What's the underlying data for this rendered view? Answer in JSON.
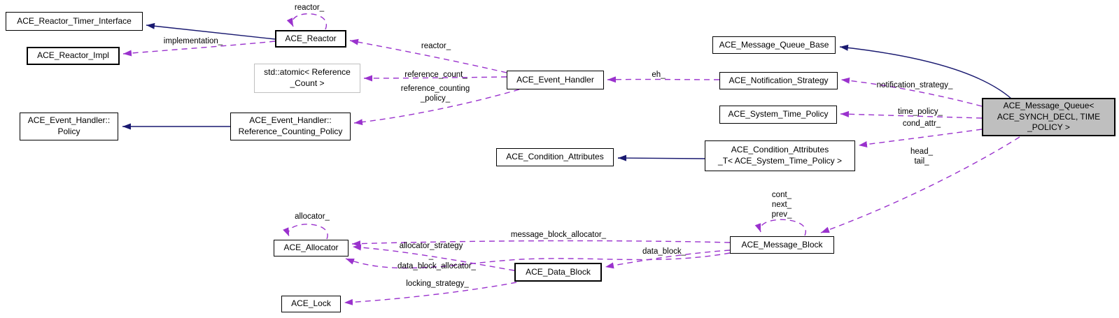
{
  "diagram_type": "class-collaboration-graph",
  "colors": {
    "background": "#ffffff",
    "inheritance_edge": "#191970",
    "usage_edge": "#9a32cd",
    "node_fill": "#ffffff",
    "node_border": "#000000",
    "template_node_border": "#bfbfbf",
    "highlight_node_fill": "#bfbfbf",
    "text": "#000000"
  },
  "nodes": [
    {
      "id": "ace-reactor-timer-interface",
      "label": "ACE_Reactor_Timer_Interface"
    },
    {
      "id": "ace-reactor-impl",
      "label": "ACE_Reactor_Impl"
    },
    {
      "id": "ace-reactor",
      "label": "ACE_Reactor"
    },
    {
      "id": "std-atomic-reference-count",
      "label": "std::atomic< Reference\n_Count >"
    },
    {
      "id": "ace-event-handler",
      "label": "ACE_Event_Handler"
    },
    {
      "id": "ace-event-handler-policy",
      "label": "ACE_Event_Handler::\nPolicy"
    },
    {
      "id": "ace-event-handler-reference-counting-policy",
      "label": "ACE_Event_Handler::\nReference_Counting_Policy"
    },
    {
      "id": "ace-condition-attributes",
      "label": "ACE_Condition_Attributes"
    },
    {
      "id": "ace-condition-attributes-t",
      "label": "ACE_Condition_Attributes\n_T< ACE_System_Time_Policy >"
    },
    {
      "id": "ace-message-queue-base",
      "label": "ACE_Message_Queue_Base"
    },
    {
      "id": "ace-notification-strategy",
      "label": "ACE_Notification_Strategy"
    },
    {
      "id": "ace-system-time-policy",
      "label": "ACE_System_Time_Policy"
    },
    {
      "id": "ace-message-queue",
      "label": "ACE_Message_Queue<\nACE_SYNCH_DECL, TIME\n_POLICY >"
    },
    {
      "id": "ace-message-block",
      "label": "ACE_Message_Block"
    },
    {
      "id": "ace-allocator",
      "label": "ACE_Allocator"
    },
    {
      "id": "ace-data-block",
      "label": "ACE_Data_Block"
    },
    {
      "id": "ace-lock",
      "label": "ACE_Lock"
    }
  ],
  "edge_labels": [
    {
      "text": "reactor_"
    },
    {
      "text": "implementation_"
    },
    {
      "text": "reactor_"
    },
    {
      "text": "reference_count_"
    },
    {
      "text": "reference_counting\n_policy_"
    },
    {
      "text": "eh_"
    },
    {
      "text": "notification_strategy_"
    },
    {
      "text": "time_policy_"
    },
    {
      "text": "cond_attr_"
    },
    {
      "text": "head_\ntail_"
    },
    {
      "text": "cont_\nnext_\nprev_"
    },
    {
      "text": "message_block_allocator_"
    },
    {
      "text": "allocator_strategy\n_"
    },
    {
      "text": "data_block_allocator_"
    },
    {
      "text": "locking_strategy_"
    },
    {
      "text": "data_block_"
    },
    {
      "text": "allocator_"
    }
  ]
}
